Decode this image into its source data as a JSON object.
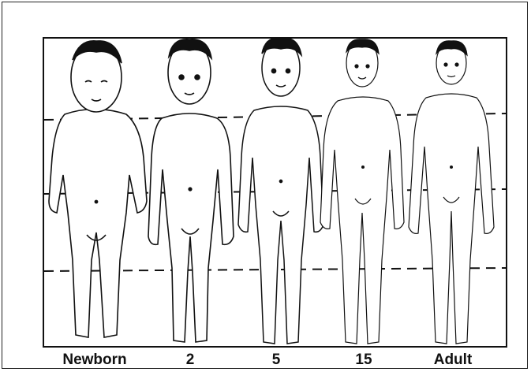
{
  "figure": {
    "labels": [
      "Newborn",
      "2",
      "5",
      "15",
      "Adult"
    ]
  },
  "colors": {
    "line": "#111111",
    "background": "#ffffff"
  }
}
